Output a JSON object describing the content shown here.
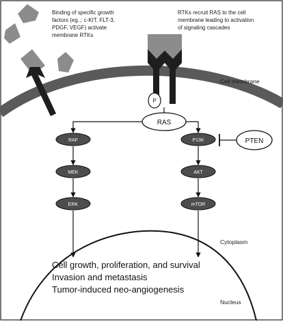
{
  "annotations": {
    "growth_factors": [
      "Binding of specific growth",
      "factors (eg.,: c-KIT, FLT-3,",
      "PDGF, VEGF) activate",
      "membrane RTKs"
    ],
    "rtk_recruit": [
      "RTKs recruit RAS to the cell",
      "membrane leading to activation",
      "of signaling cascades"
    ]
  },
  "regions": {
    "cell_membrane": "Cell membrane",
    "cytoplasm": "Cytoplasm",
    "nucleus": "Nucleus"
  },
  "nodes": {
    "phosphate": "P",
    "ras": "RAS",
    "raf": "RAF",
    "mek": "MEK",
    "erk": "ERK",
    "p13k": "P13K",
    "akt": "AKT",
    "mtor": "mTOR",
    "pten": "PTEN"
  },
  "outcomes": [
    "Cell growth, proliferation, and survival",
    "Invasion and metastasis",
    "Tumor-induced neo-angiogenesis"
  ],
  "colors": {
    "membrane": "#5a5a5a",
    "receptor": "#1e1e1e",
    "ligand": "#8c8c8c",
    "node_fill": "#4d4d4d",
    "node_stroke": "#111111"
  }
}
